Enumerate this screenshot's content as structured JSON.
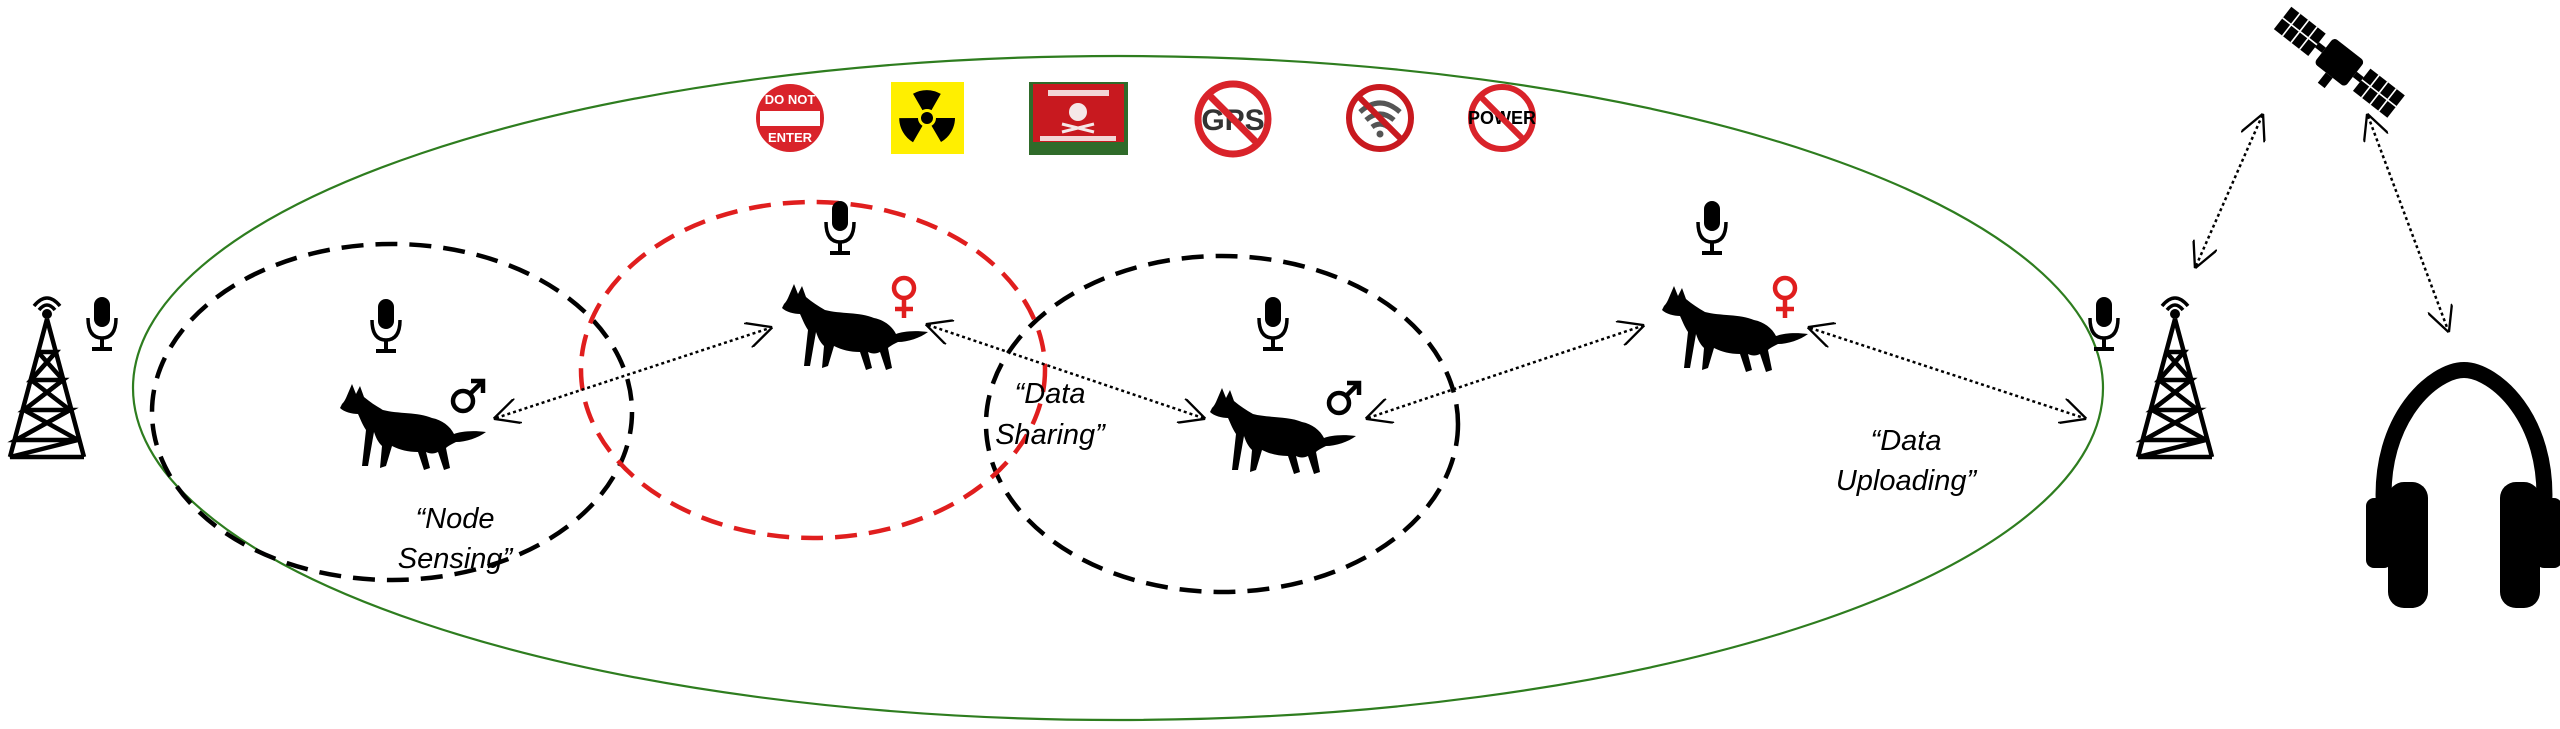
{
  "colors": {
    "outer_boundary": "#2e7d1f",
    "female_range": "#e01e1e",
    "male_range": "#000000",
    "animal": "#000000",
    "female_symbol": "#e01e1e",
    "male_symbol": "#000000",
    "sign_red": "#d9232a",
    "radiation_yellow": "#ffef00"
  },
  "labels": {
    "node_sensing": [
      "“Node",
      "Sensing”"
    ],
    "data_sharing": [
      "“Data",
      "Sharing”"
    ],
    "data_uploading": [
      "“Data",
      "Uploading”"
    ]
  },
  "signs": {
    "do_not_enter": [
      "DO NOT",
      "ENTER"
    ],
    "gps": "GPS",
    "power": "POWER"
  },
  "icons": [
    "microphone-icon",
    "radio-tower-icon",
    "satellite-icon",
    "headphones-icon",
    "wolf-icon",
    "male-symbol-icon",
    "female-symbol-icon",
    "do-not-enter-sign-icon",
    "radiation-sign-icon",
    "minefield-sign-icon",
    "no-gps-sign-icon",
    "no-wifi-sign-icon",
    "no-power-sign-icon"
  ]
}
